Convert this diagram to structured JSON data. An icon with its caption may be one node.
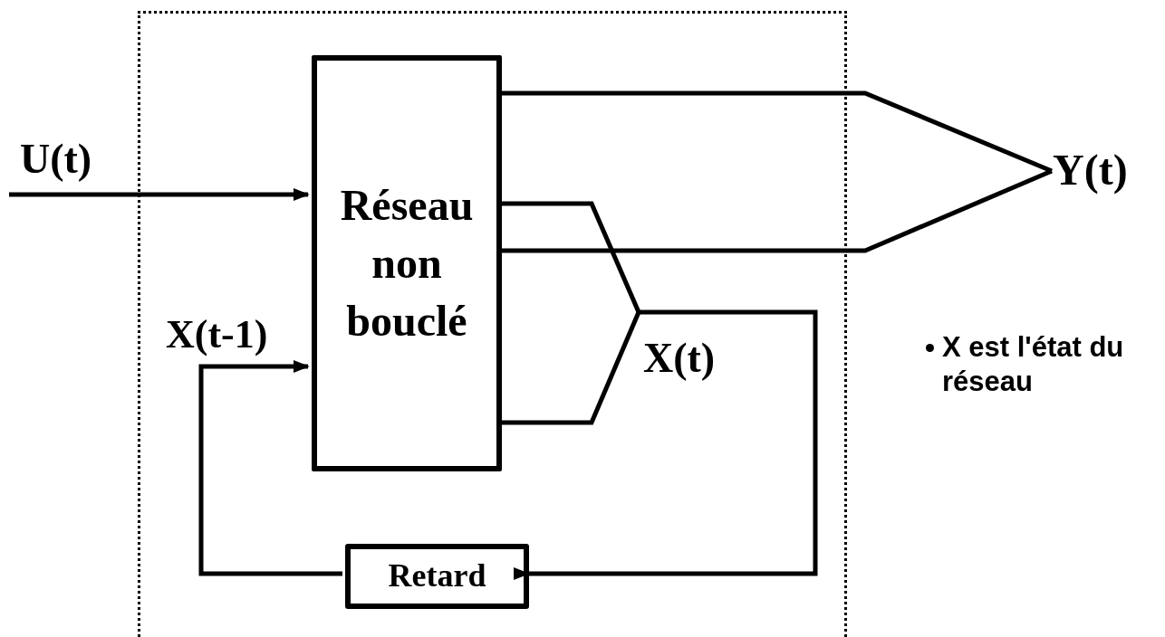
{
  "diagram": {
    "nodes": [
      {
        "text": [],
        "shape": "box"
      },
      {
        "text": [
          "Réseau non bouclé"
        ],
        "in": 0
      },
      {
        "text": [
          "Retard"
        ],
        "in": 0
      },
      {
        "text": [
          "Y(t)"
        ]
      },
      {
        "text": [
          "X(t)"
        ],
        "in": 0
      }
    ],
    "edges": [
      {
        "from": null,
        "to": 1,
        "arrow": "to",
        "label": "U(t)"
      },
      {
        "from": 1,
        "to": 3,
        "arrow": "none"
      },
      {
        "from": 1,
        "to": 3,
        "arrow": "none"
      },
      {
        "from": 1,
        "to": 4,
        "arrow": "none"
      },
      {
        "from": 1,
        "to": 4,
        "arrow": "none"
      },
      {
        "from": 4,
        "to": 2,
        "arrow": "to"
      },
      {
        "from": 2,
        "to": 1,
        "arrow": "to"
      }
    ],
    "labels": [
      "X(t-1)",
      "X est l'état du réseau"
    ]
  }
}
